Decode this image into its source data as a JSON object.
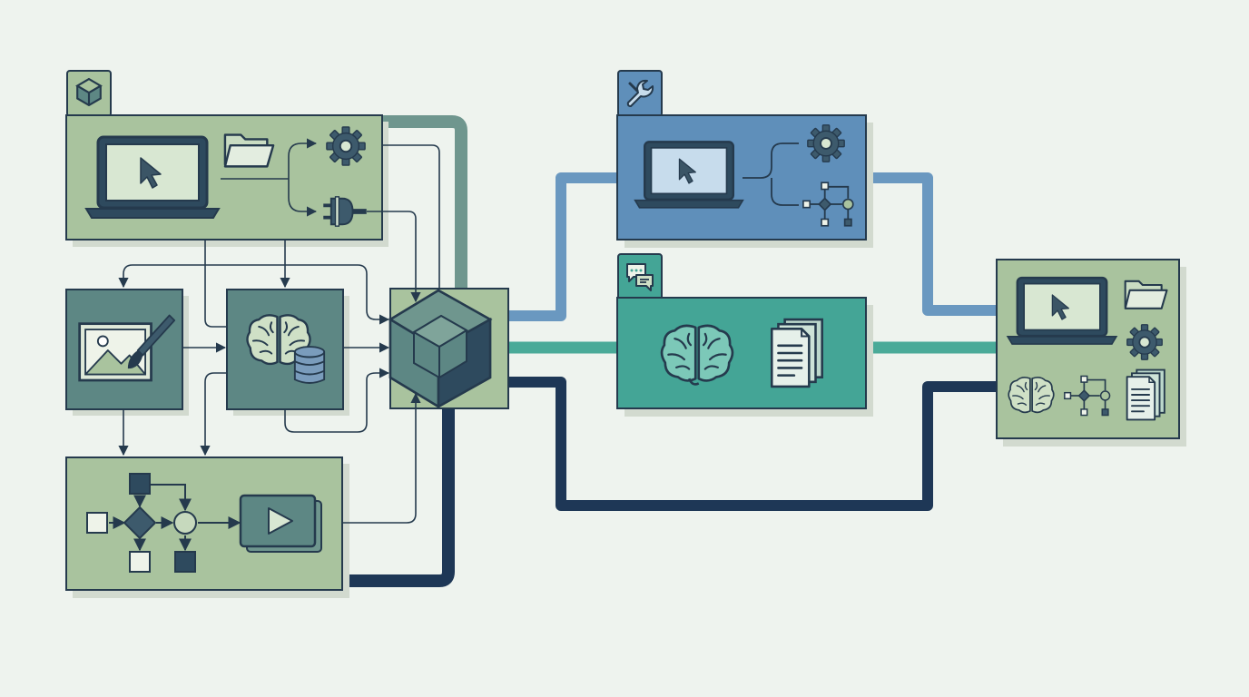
{
  "diagram": {
    "kind": "architecture-flow",
    "text": []
  },
  "colors": {
    "background": "#eef3ee",
    "ink": "#253a4d",
    "shadow": "#d2dacf",
    "sage": "#a9c39e",
    "sage_dark": "#6f968e",
    "slate_teal": "#5d8784",
    "blue_panel": "#5f8fba",
    "blue_line": "#6a98c0",
    "teal_panel": "#44a596",
    "teal_line": "#4aaa98",
    "navy_line": "#1e3756",
    "screen": "#d8e7d2",
    "screen_blue": "#c7dcec"
  },
  "nodes": [
    {
      "id": "client-app",
      "tab_icon": "cube-icon",
      "icons": [
        "laptop-cursor-icon",
        "folder-icon",
        "gear-icon",
        "plug-icon"
      ]
    },
    {
      "id": "image-editor",
      "icons": [
        "image-brush-icon"
      ]
    },
    {
      "id": "ai-knowledge",
      "icons": [
        "brain-icon",
        "database-icon"
      ]
    },
    {
      "id": "workflow-media",
      "icons": [
        "flowchart-icon",
        "video-play-icon"
      ]
    },
    {
      "id": "central-hub",
      "icons": [
        "cube-icon"
      ]
    },
    {
      "id": "tools-service",
      "tab_icon": "wrench-icon",
      "icons": [
        "laptop-cursor-icon",
        "gear-icon",
        "workflow-icon"
      ]
    },
    {
      "id": "chat-service",
      "tab_icon": "chat-bubbles-icon",
      "icons": [
        "brain-icon",
        "documents-icon"
      ]
    },
    {
      "id": "output-workspace",
      "icons": [
        "laptop-cursor-icon",
        "folder-icon",
        "gear-icon",
        "brain-icon",
        "workflow-icon",
        "documents-icon"
      ]
    }
  ],
  "connections": [
    {
      "from": "client-app",
      "to": "central-hub",
      "style": "thick-sage"
    },
    {
      "from": "workflow-media",
      "to": "central-hub",
      "style": "thick-navy"
    },
    {
      "from": "central-hub",
      "to": "tools-service",
      "style": "thick-blue"
    },
    {
      "from": "central-hub",
      "to": "chat-service",
      "style": "thick-teal"
    },
    {
      "from": "tools-service",
      "to": "output-workspace",
      "style": "thick-blue"
    },
    {
      "from": "chat-service",
      "to": "output-workspace",
      "style": "thick-teal"
    },
    {
      "from": "central-hub",
      "to": "output-workspace",
      "style": "thick-navy"
    }
  ]
}
